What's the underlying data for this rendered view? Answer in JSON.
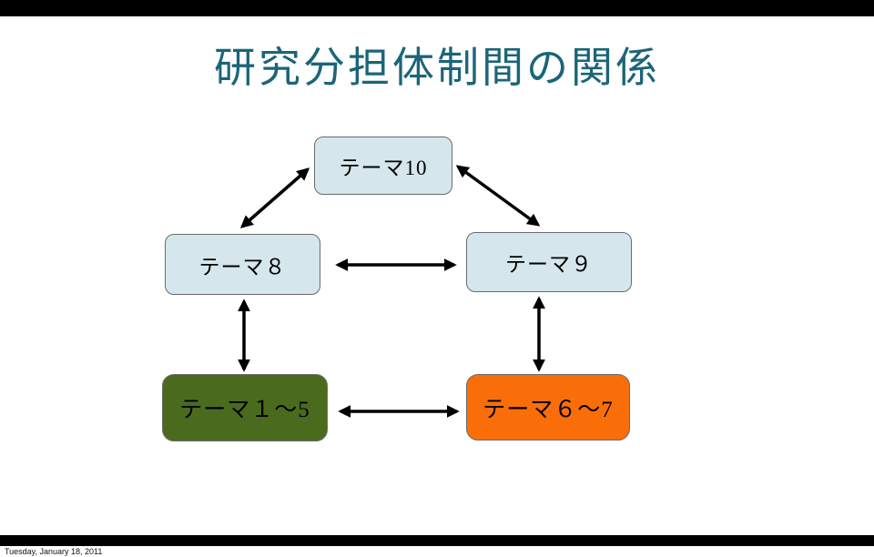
{
  "slide": {
    "title": "研究分担体制間の関係",
    "footer_date": "Tuesday, January 18, 2011"
  },
  "colors": {
    "title": "#1b6578",
    "node_light_blue": "#d5e7ed",
    "node_green": "#4a6b1e",
    "node_orange": "#fa6e09",
    "arrow": "#000000",
    "letterbox": "#000000"
  },
  "diagram": {
    "nodes": [
      {
        "id": "theme-10",
        "label": "テーマ10",
        "color": "#d5e7ed"
      },
      {
        "id": "theme-8",
        "label": "テーマ８",
        "color": "#d5e7ed"
      },
      {
        "id": "theme-9",
        "label": "テーマ９",
        "color": "#d5e7ed"
      },
      {
        "id": "theme-1-5",
        "label": "テーマ１～5",
        "color": "#4a6b1e"
      },
      {
        "id": "theme-6-7",
        "label": "テーマ６～7",
        "color": "#fa6e09"
      }
    ],
    "edges": [
      {
        "from": "theme-10",
        "to": "theme-8",
        "style": "bidirectional"
      },
      {
        "from": "theme-10",
        "to": "theme-9",
        "style": "bidirectional"
      },
      {
        "from": "theme-8",
        "to": "theme-9",
        "style": "bidirectional"
      },
      {
        "from": "theme-8",
        "to": "theme-1-5",
        "style": "bidirectional"
      },
      {
        "from": "theme-9",
        "to": "theme-6-7",
        "style": "bidirectional"
      },
      {
        "from": "theme-1-5",
        "to": "theme-6-7",
        "style": "bidirectional"
      }
    ]
  }
}
